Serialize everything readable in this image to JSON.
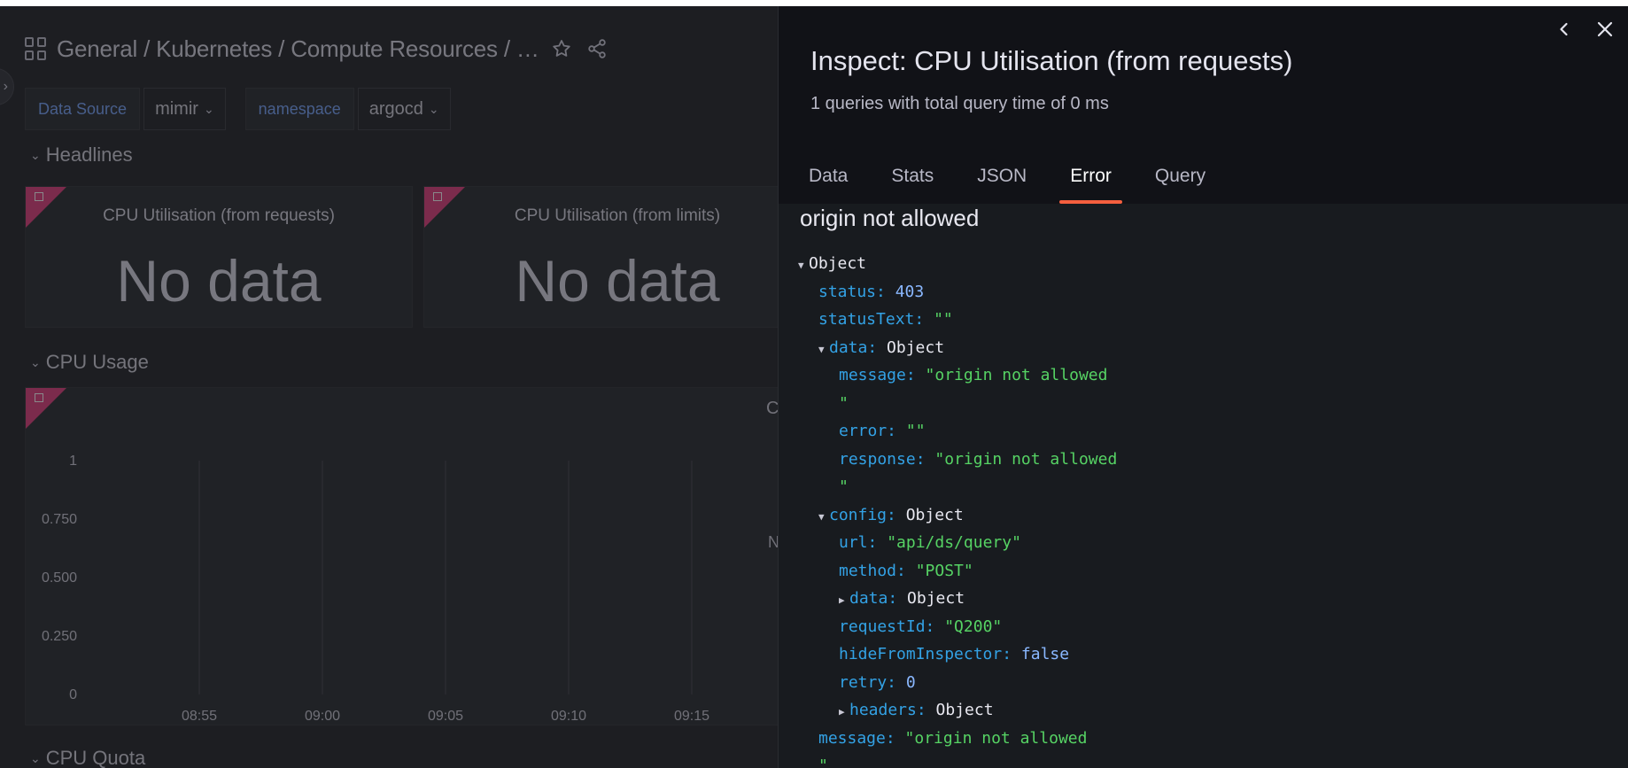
{
  "dashboard": {
    "breadcrumb": "General  / Kubernetes / Compute Resources / …",
    "variables": [
      {
        "label": "Data Source",
        "value": "mimir"
      },
      {
        "label": "namespace",
        "value": "argocd"
      }
    ],
    "rows": {
      "headlines": "Headlines",
      "cpu_usage": "CPU Usage",
      "cpu_quota": "CPU Quota"
    },
    "stat_panels": [
      {
        "title": "CPU Utilisation (from requests)",
        "value": "No data"
      },
      {
        "title": "CPU Utilisation (from limits)",
        "value": "No data"
      }
    ],
    "cpu_chart_partial_title": "C",
    "cpu_chart_partial_text": "N"
  },
  "chart_data": {
    "type": "line",
    "title": "",
    "xlabel": "",
    "ylabel": "",
    "x": [
      "08:55",
      "09:00",
      "09:05",
      "09:10",
      "09:15"
    ],
    "y_ticks": [
      "0",
      "0.250",
      "0.500",
      "0.750",
      "1"
    ],
    "ylim": [
      0,
      1
    ],
    "series": [],
    "grid": true
  },
  "drawer": {
    "title": "Inspect: CPU Utilisation (from requests)",
    "subtitle": "1 queries with total query time of 0 ms",
    "tabs": [
      "Data",
      "Stats",
      "JSON",
      "Error",
      "Query"
    ],
    "active_tab": "Error",
    "error_title": "origin not allowed",
    "tree": {
      "root": "Object",
      "status_key": "status:",
      "status_val": "403",
      "statusText_key": "statusText:",
      "statusText_val": "\"\"",
      "data_key": "data:",
      "data_val": "Object",
      "message_key": "message:",
      "message_val": "\"origin not allowed",
      "quote_close": "\"",
      "error_key": "error:",
      "error_val": "\"\"",
      "response_key": "response:",
      "response_val": "\"origin not allowed",
      "config_key": "config:",
      "config_val": "Object",
      "url_key": "url:",
      "url_val": "\"api/ds/query\"",
      "method_key": "method:",
      "method_val": "\"POST\"",
      "cdata_key": "data:",
      "cdata_val": "Object",
      "requestId_key": "requestId:",
      "requestId_val": "\"Q200\"",
      "hide_key": "hideFromInspector:",
      "hide_val": "false",
      "retry_key": "retry:",
      "retry_val": "0",
      "headers_key": "headers:",
      "headers_val": "Object",
      "msg2_key": "message:",
      "msg2_val": "\"origin not allowed"
    }
  }
}
